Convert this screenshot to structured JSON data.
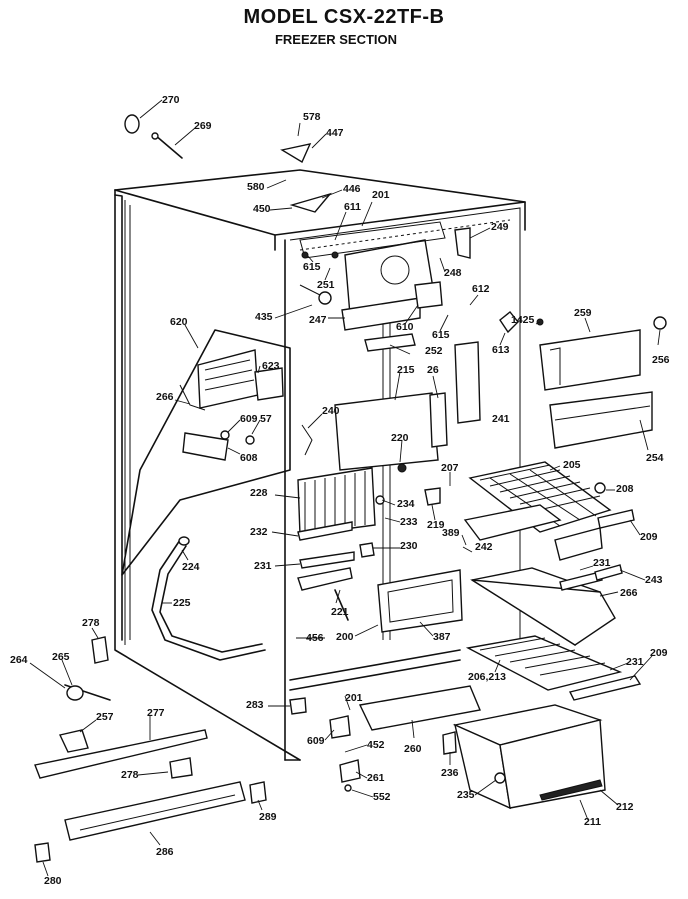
{
  "header": {
    "model": "MODEL CSX-22TF-B",
    "section": "FREEZER SECTION"
  },
  "parts": [
    "270",
    "269",
    "578",
    "447",
    "580",
    "446",
    "450",
    "201",
    "611",
    "249",
    "615",
    "251",
    "248",
    "612",
    "435",
    "247",
    "610",
    "615",
    "613",
    "1425",
    "259",
    "256",
    "620",
    "623",
    "252",
    "215",
    "26",
    "266",
    "609",
    "57",
    "240",
    "241",
    "220",
    "254",
    "608",
    "207",
    "205",
    "208",
    "228",
    "234",
    "219",
    "389",
    "242",
    "209",
    "232",
    "233",
    "230",
    "231",
    "243",
    "224",
    "231",
    "221",
    "266",
    "225",
    "200",
    "387",
    "278",
    "456",
    "206,213",
    "231",
    "209",
    "264",
    "265",
    "283",
    "201",
    "257",
    "277",
    "609",
    "452",
    "260",
    "236",
    "278",
    "261",
    "552",
    "235",
    "212",
    "211",
    "289",
    "286",
    "280"
  ]
}
